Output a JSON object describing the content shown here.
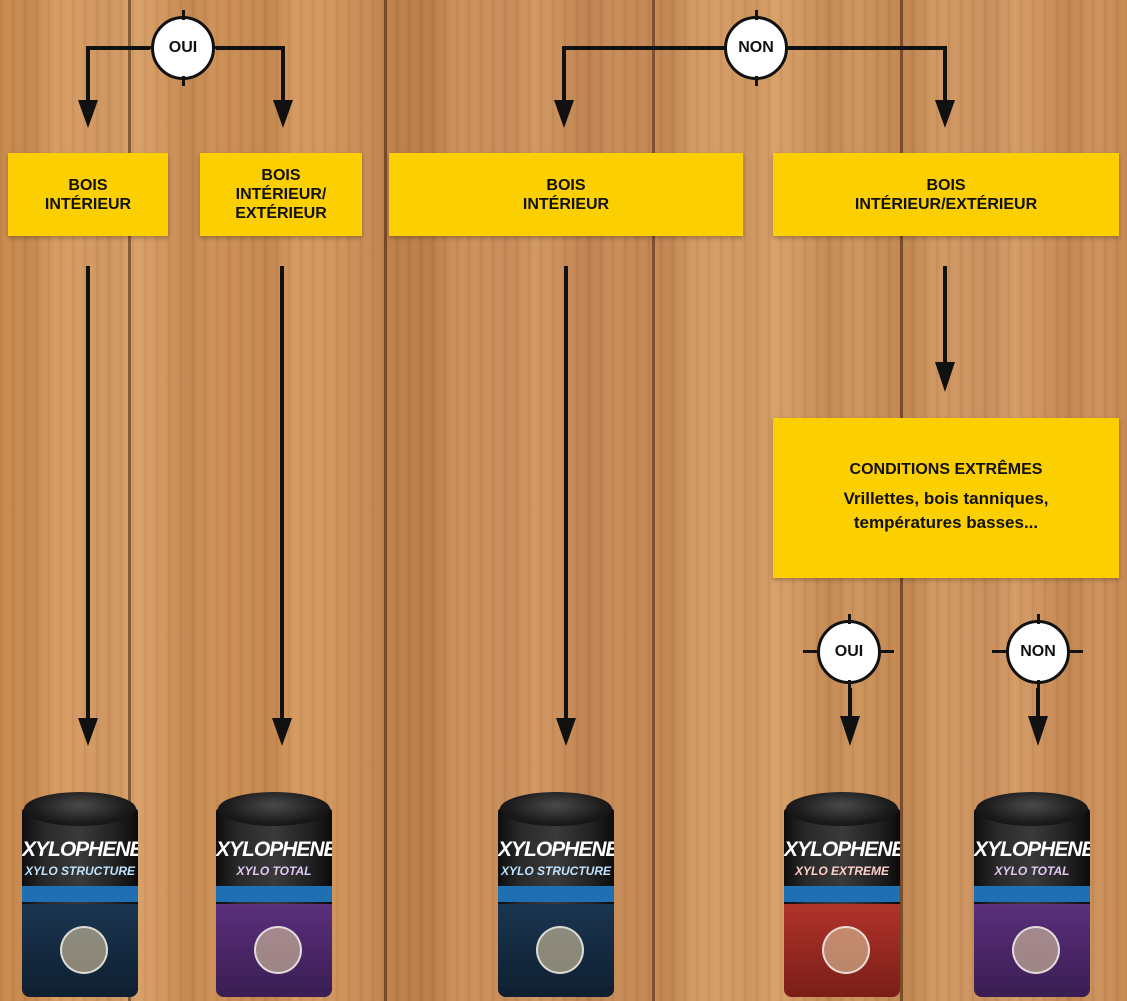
{
  "badges": {
    "top_left": "OUI",
    "top_right": "NON",
    "bottom_left": "OUI",
    "bottom_right": "NON"
  },
  "boxes": {
    "box1": "BOIS\nINTÉRIEUR",
    "box2": "BOIS\nINTÉRIEUR/\nEXTÉRIEUR",
    "box3": "BOIS\nINTÉRIEUR",
    "box4": "BOIS\nINTÉRIEUR/EXTÉRIEUR"
  },
  "conditions": {
    "title": "CONDITIONS EXTRÊMES",
    "description": "Vrillettes, bois tanniques,\ntempératures basses..."
  },
  "products": [
    {
      "brand": "XYLOPHENE",
      "name": "XYLO STRUCTURE",
      "accent": "#1f6fb3"
    },
    {
      "brand": "XYLOPHENE",
      "name": "XYLO TOTAL",
      "accent": "#6a3a8c"
    },
    {
      "brand": "XYLOPHENE",
      "name": "XYLO STRUCTURE",
      "accent": "#1f6fb3"
    },
    {
      "brand": "XYLOPHENE",
      "name": "XYLO EXTREME",
      "accent": "#c0392b"
    },
    {
      "brand": "XYLOPHENE",
      "name": "XYLO TOTAL",
      "accent": "#6a3a8c"
    }
  ],
  "colors": {
    "box_fill": "#fccf00",
    "arrow": "#111111",
    "badge_fill": "#ffffff"
  }
}
